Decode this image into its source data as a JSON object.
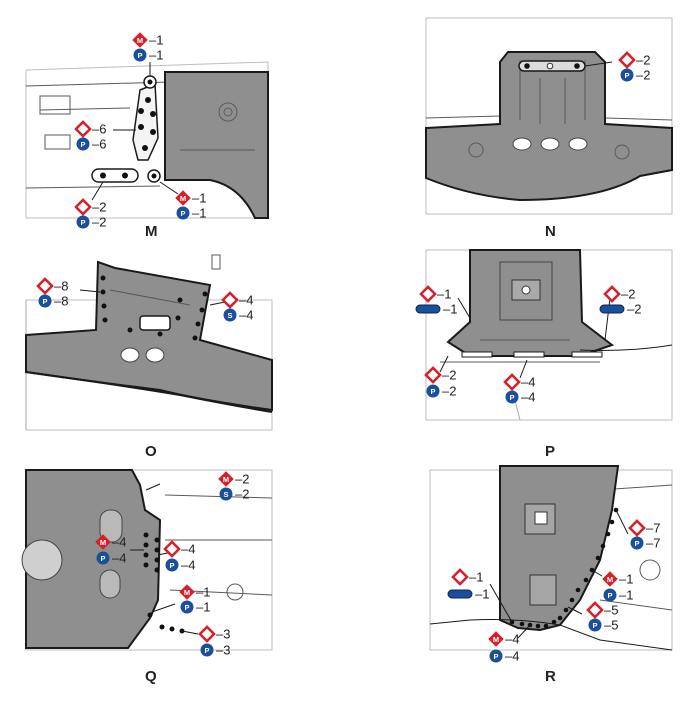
{
  "colors": {
    "red": "#d6202a",
    "blue": "#1a4f9c",
    "panel": "#8f8f8f",
    "ink": "#1a1a1a"
  },
  "panels": [
    {
      "caption": "M",
      "callouts": [
        {
          "sym": "M",
          "text": "–1"
        },
        {
          "sym": "P",
          "text": "–1"
        },
        {
          "sym": "O",
          "text": "–6"
        },
        {
          "sym": "P",
          "text": "–6"
        },
        {
          "sym": "O",
          "text": "–2"
        },
        {
          "sym": "P",
          "text": "–2"
        },
        {
          "sym": "M",
          "text": "–1"
        },
        {
          "sym": "P",
          "text": "–1"
        }
      ]
    },
    {
      "caption": "N",
      "callouts": [
        {
          "sym": "O",
          "text": "–2"
        },
        {
          "sym": "P",
          "text": "–2"
        }
      ]
    },
    {
      "caption": "O",
      "callouts": [
        {
          "sym": "O",
          "text": "–8"
        },
        {
          "sym": "P",
          "text": "–8"
        },
        {
          "sym": "O",
          "text": "–4"
        },
        {
          "sym": "S",
          "text": "–4"
        }
      ]
    },
    {
      "caption": "P",
      "callouts": [
        {
          "sym": "O",
          "text": "–1"
        },
        {
          "sym": "bar",
          "text": "–1"
        },
        {
          "sym": "O",
          "text": "–2"
        },
        {
          "sym": "bar",
          "text": "–2"
        },
        {
          "sym": "O",
          "text": "–2"
        },
        {
          "sym": "P",
          "text": "–2"
        },
        {
          "sym": "O",
          "text": "–4"
        },
        {
          "sym": "P",
          "text": "–4"
        }
      ]
    },
    {
      "caption": "Q",
      "callouts": [
        {
          "sym": "M",
          "text": "–2"
        },
        {
          "sym": "S",
          "text": "–2"
        },
        {
          "sym": "M",
          "text": "–4"
        },
        {
          "sym": "P",
          "text": "–4"
        },
        {
          "sym": "O",
          "text": "–4"
        },
        {
          "sym": "P",
          "text": "–4"
        },
        {
          "sym": "M",
          "text": "–1"
        },
        {
          "sym": "P",
          "text": "–1"
        },
        {
          "sym": "O",
          "text": "–3"
        },
        {
          "sym": "P",
          "text": "–3"
        }
      ]
    },
    {
      "caption": "R",
      "callouts": [
        {
          "sym": "O",
          "text": "–7"
        },
        {
          "sym": "P",
          "text": "–7"
        },
        {
          "sym": "O",
          "text": "–1"
        },
        {
          "sym": "bar",
          "text": "–1"
        },
        {
          "sym": "M",
          "text": "–1"
        },
        {
          "sym": "P",
          "text": "–1"
        },
        {
          "sym": "O",
          "text": "–5"
        },
        {
          "sym": "P",
          "text": "–5"
        },
        {
          "sym": "M",
          "text": "–4"
        },
        {
          "sym": "P",
          "text": "–4"
        }
      ]
    }
  ]
}
